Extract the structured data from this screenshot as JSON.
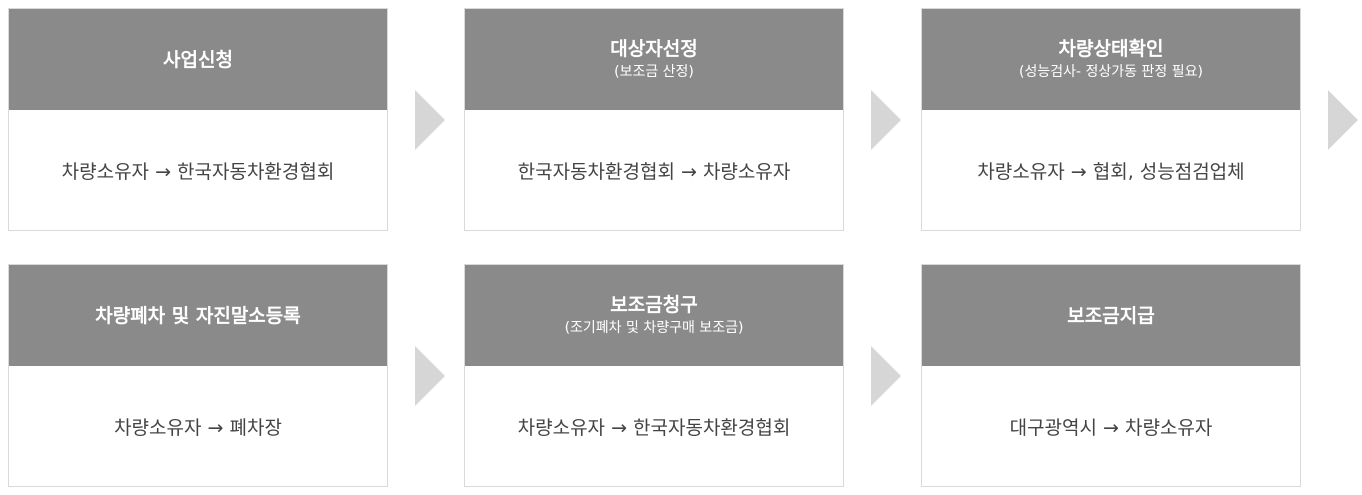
{
  "steps": [
    {
      "title": "사업신청",
      "subtitle": "",
      "flow": "차량소유자 → 한국자동차환경협회"
    },
    {
      "title": "대상자선정",
      "subtitle": "(보조금 산정)",
      "flow": "한국자동차환경협회 → 차량소유자"
    },
    {
      "title": "차량상태확인",
      "subtitle": "(성능검사- 정상가동 판정 필요)",
      "flow": "차량소유자 → 협회, 성능점검업체"
    },
    {
      "title": "차량폐차 및 자진말소등록",
      "subtitle": "",
      "flow": "차량소유자 → 폐차장"
    },
    {
      "title": "보조금청구",
      "subtitle": "(조기폐차 및 차량구매 보조금)",
      "flow": "차량소유자 → 한국자동차환경협회"
    },
    {
      "title": "보조금지급",
      "subtitle": "",
      "flow": "대구광역시 → 차량소유자"
    }
  ],
  "colors": {
    "header_bg": "#8a8a8a",
    "arrow": "#d6d6d6",
    "border": "#d9d9d9",
    "body_text": "#444444"
  }
}
